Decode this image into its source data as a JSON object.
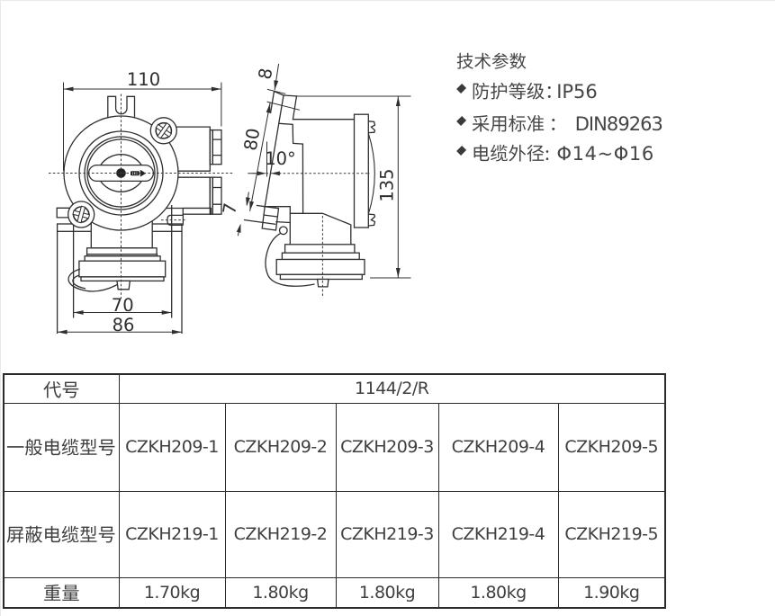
{
  "page": {
    "background": "#ffffff",
    "edge_border_color": "#e9e9e9"
  },
  "drawing": {
    "dims": {
      "top_width": "110",
      "tab_thickness": "8",
      "face_length": "80",
      "angle": "10°",
      "bottom_tab": "7",
      "height": "135",
      "inner_width": "70",
      "outer_width": "86"
    }
  },
  "specs": {
    "title": "技术参数",
    "bullet": "◆",
    "items": [
      {
        "label": "防护等级：",
        "value": "IP56"
      },
      {
        "label": "采用标准 ：",
        "value": "DIN89263"
      },
      {
        "label": "电缆外径:",
        "value": "Φ14~Φ16"
      }
    ]
  },
  "table": {
    "code_header": "代号",
    "code_value": "1144/2/R",
    "rows": [
      {
        "header": "一般电缆型号",
        "cells": [
          "CZKH209-1",
          "CZKH209-2",
          "CZKH209-3",
          "CZKH209-4",
          "CZKH209-5"
        ]
      },
      {
        "header": "屏蔽电缆型号",
        "cells": [
          "CZKH219-1",
          "CZKH219-2",
          "CZKH219-3",
          "CZKH219-4",
          "CZKH219-5"
        ]
      },
      {
        "header": "重量",
        "cells": [
          "1.70kg",
          "1.80kg",
          "1.80kg",
          "1.80kg",
          "1.90kg"
        ]
      }
    ]
  }
}
